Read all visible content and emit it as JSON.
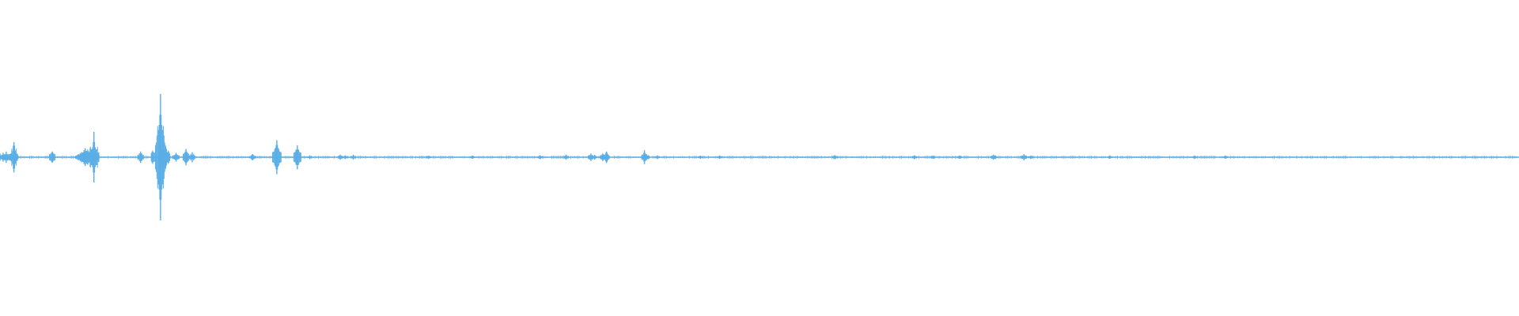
{
  "waveform": {
    "color": "#5aaee6",
    "background": "#ffffff",
    "scale": 0.5,
    "events": [
      [
        0.0,
        0.06
      ],
      [
        2.5,
        0.07
      ],
      [
        5.0,
        0.09
      ],
      [
        7.5,
        0.05
      ],
      [
        11.2,
        0.24
      ],
      [
        12.3,
        0.08
      ],
      [
        42.0,
        0.09
      ],
      [
        63.0,
        0.05
      ],
      [
        64.5,
        0.06
      ],
      [
        65.5,
        0.08
      ],
      [
        66.5,
        0.07
      ],
      [
        67.5,
        0.11
      ],
      [
        68.5,
        0.14
      ],
      [
        69.5,
        0.1
      ],
      [
        70.5,
        0.12
      ],
      [
        71.5,
        0.08
      ],
      [
        72.5,
        0.15
      ],
      [
        73.5,
        0.09
      ],
      [
        75.5,
        0.4
      ],
      [
        76.5,
        0.1
      ],
      [
        113.0,
        0.09
      ],
      [
        129.0,
        1.0
      ],
      [
        131.0,
        0.34
      ],
      [
        133.0,
        0.14
      ],
      [
        141.5,
        0.07
      ],
      [
        149.5,
        0.13
      ],
      [
        154.5,
        0.08
      ],
      [
        203.0,
        0.05
      ],
      [
        222.5,
        0.27
      ],
      [
        239.0,
        0.19
      ],
      [
        249.0,
        0.03
      ],
      [
        273.5,
        0.04
      ],
      [
        277.5,
        0.03
      ],
      [
        284.0,
        0.04
      ],
      [
        344.5,
        0.02
      ],
      [
        380.0,
        0.02
      ],
      [
        434.0,
        0.03
      ],
      [
        455.0,
        0.04
      ],
      [
        475.0,
        0.06
      ],
      [
        478.0,
        0.04
      ],
      [
        484.5,
        0.06
      ],
      [
        487.5,
        0.09
      ],
      [
        518.0,
        0.11
      ],
      [
        519.5,
        0.05
      ],
      [
        528.5,
        0.03
      ],
      [
        563.0,
        0.02
      ],
      [
        578.5,
        0.02
      ],
      [
        670.5,
        0.03
      ],
      [
        671.5,
        0.03
      ],
      [
        735.0,
        0.03
      ],
      [
        750.0,
        0.02
      ],
      [
        771.5,
        0.02
      ],
      [
        798.5,
        0.04
      ],
      [
        800.0,
        0.03
      ],
      [
        823.0,
        0.05
      ],
      [
        824.0,
        0.03
      ],
      [
        828.5,
        0.02
      ],
      [
        892.0,
        0.02
      ],
      [
        960.0,
        0.02
      ],
      [
        985.0,
        0.01
      ]
    ]
  }
}
